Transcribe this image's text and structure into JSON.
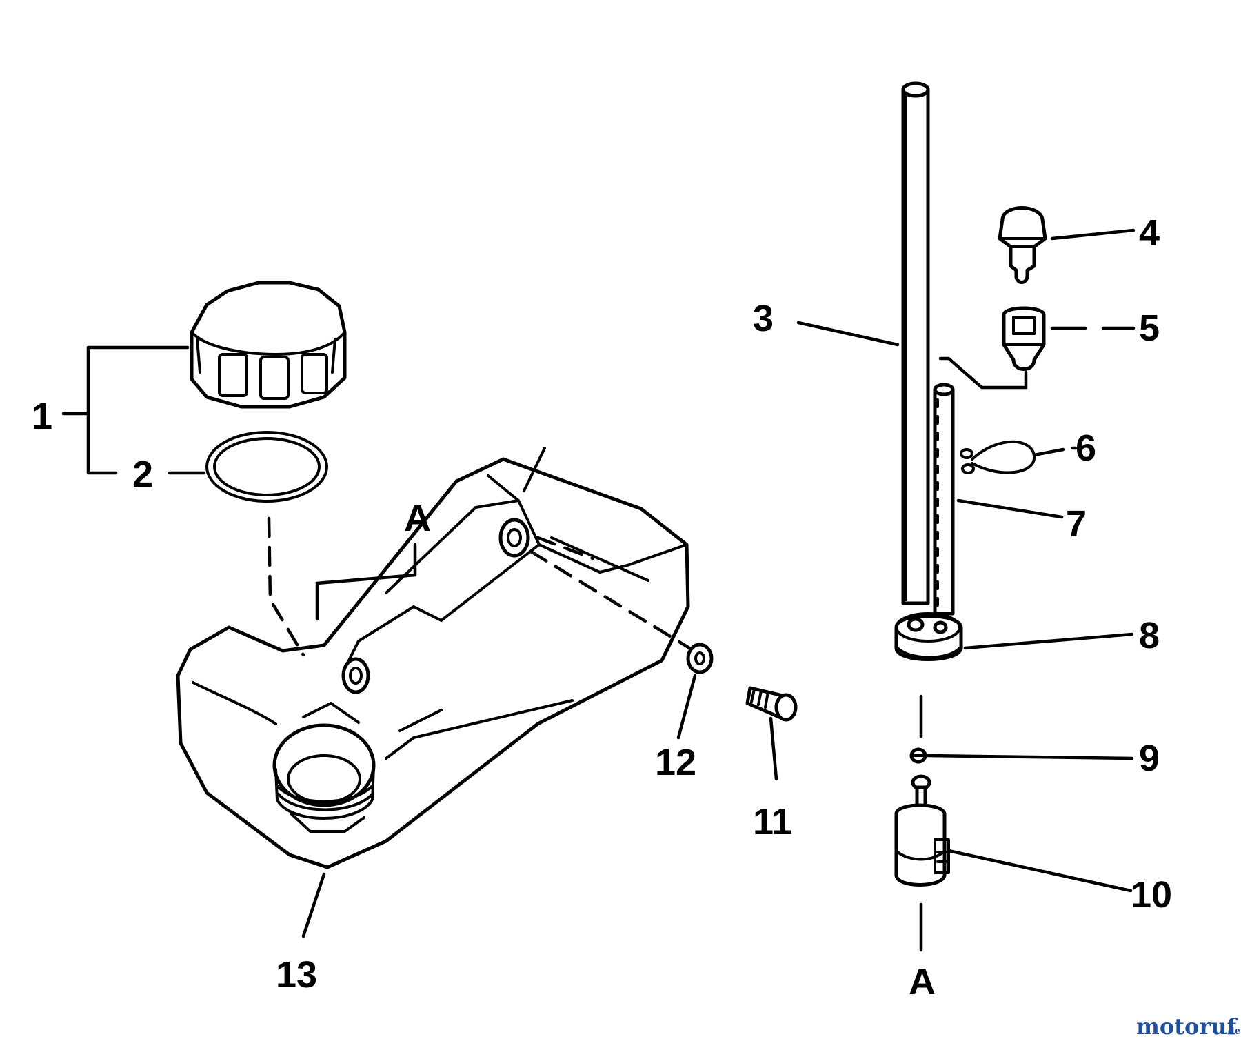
{
  "callouts": {
    "c1": "1",
    "c2": "2",
    "c3": "3",
    "c4": "4",
    "c5": "5",
    "c6": "6",
    "c7": "7",
    "c8": "8",
    "c9": "9",
    "c10": "10",
    "c11": "11",
    "c12": "12",
    "c13": "13",
    "ref_a_top": "A",
    "ref_a_bottom": "A"
  },
  "watermark": {
    "brand": "motoruf",
    "suffix": ".de"
  },
  "colors": {
    "ink": "#000000",
    "paper": "#ffffff",
    "watermark_blue": "#1f4e9e",
    "watermark_red": "#d22a1e"
  }
}
